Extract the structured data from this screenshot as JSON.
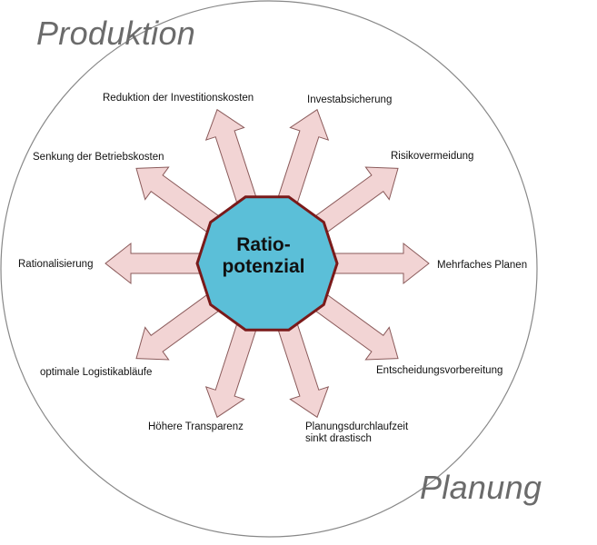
{
  "titles": {
    "top_left": "Produktion",
    "bottom_right": "Planung"
  },
  "center": {
    "line1": "Ratio-",
    "line2": "potenzial"
  },
  "benefits": [
    "Reduktion der Investitionskosten",
    "Investabsicherung",
    "Risikovermeidung",
    "Mehrfaches Planen",
    "Entscheidungsvorbereitung",
    "Planungsdurchlaufzeit\nsinkt drastisch",
    "Höhere Transparenz",
    "optimale Logistikabläufe",
    "Rationalisierung",
    "Senkung der Betriebskosten"
  ],
  "colors": {
    "arrow_fill": "#f2d4d4",
    "arrow_stroke": "#8a5a5a",
    "center_fill": "#5bbfd8",
    "center_stroke": "#7a1a1a",
    "circle_stroke": "#888888",
    "title_color": "#6b6b6b"
  }
}
